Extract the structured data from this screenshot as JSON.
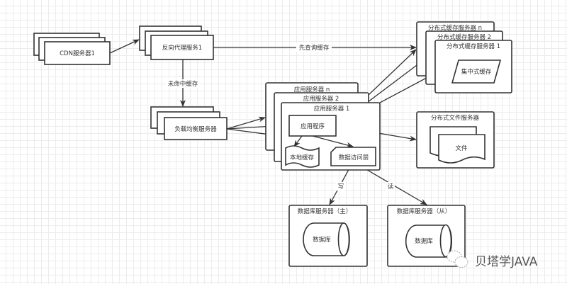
{
  "diagram": {
    "nodes": {
      "cdn": {
        "label": "CDN服务器1"
      },
      "reverse_proxy": {
        "label": "反向代理服务1"
      },
      "load_balancer": {
        "label": "负载均衡服务器"
      },
      "app_server_n": {
        "label": "应用服务器 n"
      },
      "app_server_2": {
        "label": "应用服务器 2"
      },
      "app_server_1": {
        "label": "应用服务器 1"
      },
      "app_program": {
        "label": "应用程序"
      },
      "local_cache": {
        "label": "本地缓存"
      },
      "data_access": {
        "label": "数据访问层"
      },
      "dist_cache_n": {
        "label": "分布式缓存服务器 n"
      },
      "dist_cache_2": {
        "label": "分布式缓存服务器 2"
      },
      "dist_cache_1": {
        "label": "分布式缓存服务器 1"
      },
      "central_cache": {
        "label": "集中式缓存"
      },
      "file_server": {
        "label": "分布式文件服务器"
      },
      "file": {
        "label": "文件"
      },
      "db_master": {
        "label": "数据库服务器（主）"
      },
      "db_master_db": {
        "label": "数据库"
      },
      "db_slave": {
        "label": "数据库服务器（从）"
      },
      "db_slave_db": {
        "label": "数据库"
      }
    },
    "edges": {
      "query_cache": {
        "label": "先查询缓存"
      },
      "cache_miss": {
        "label": "未命中缓存"
      },
      "write": {
        "label": "写"
      },
      "read": {
        "label": "读"
      }
    }
  },
  "watermark": {
    "text": "贝塔学JAVA",
    "icon": "wechat-icon"
  }
}
